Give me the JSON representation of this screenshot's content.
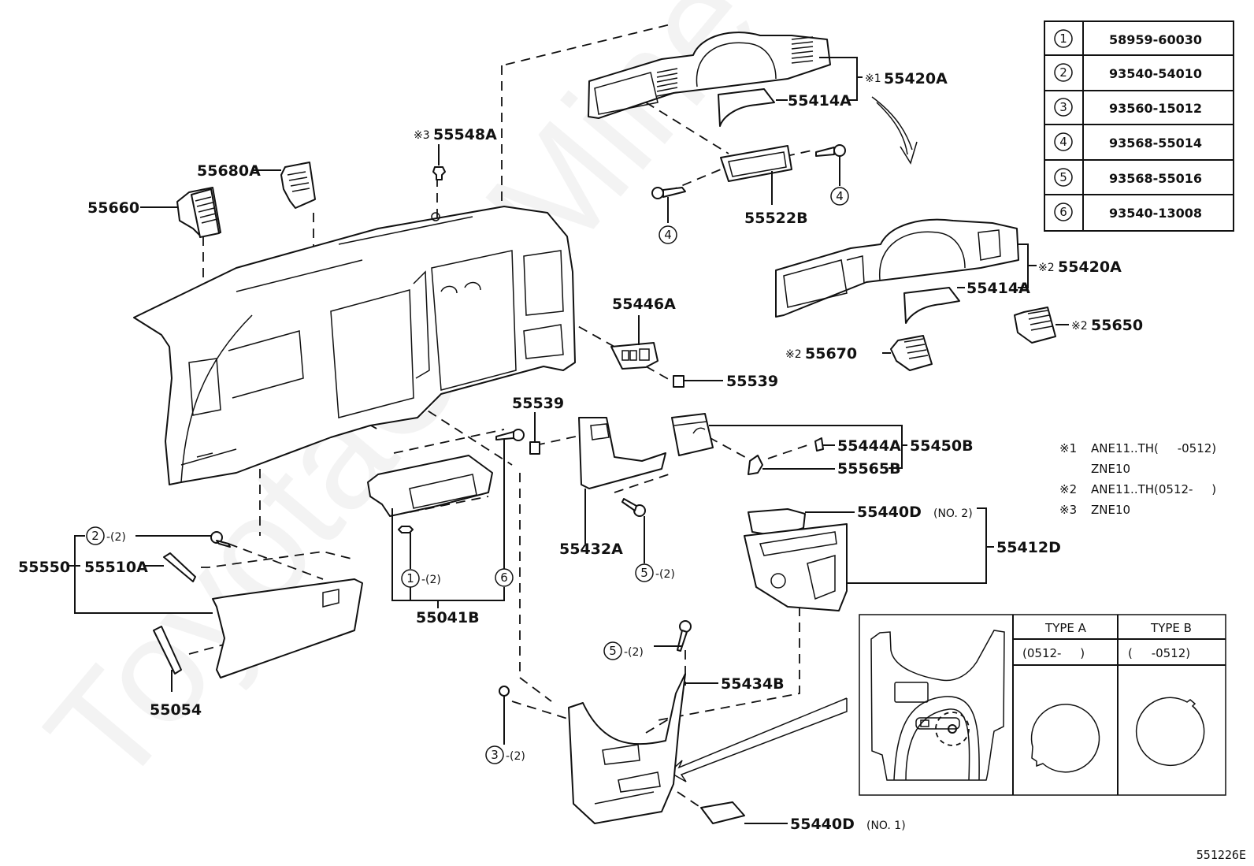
{
  "diagram": {
    "code": "551226E",
    "watermark": "ToyotaCarMine"
  },
  "parts_table": [
    {
      "ref": "1",
      "part_number": "58959-60030"
    },
    {
      "ref": "2",
      "part_number": "93540-54010"
    },
    {
      "ref": "3",
      "part_number": "93560-15012"
    },
    {
      "ref": "4",
      "part_number": "93568-55014"
    },
    {
      "ref": "5",
      "part_number": "93568-55016"
    },
    {
      "ref": "6",
      "part_number": "93540-13008"
    }
  ],
  "notes": [
    {
      "mark": "※1",
      "text": "ANE11..TH(     -0512)"
    },
    {
      "mark": "",
      "text": "ZNE10"
    },
    {
      "mark": "※2",
      "text": "ANE11..TH(0512-     )"
    },
    {
      "mark": "※3",
      "text": "ZNE10"
    }
  ],
  "type_table": {
    "type_a": {
      "title": "TYPE A",
      "range": "(0512-     )"
    },
    "type_b": {
      "title": "TYPE B",
      "range": "(     -0512)"
    }
  },
  "labels": {
    "p55548A": {
      "prefix": "※3",
      "text": "55548A"
    },
    "p55680A": "55680A",
    "p55660": "55660",
    "p55420A_1": {
      "prefix": "※1",
      "text": "55420A"
    },
    "p55414A_1": "55414A",
    "p55522B": "55522B",
    "p55420A_2": {
      "prefix": "※2",
      "text": "55420A"
    },
    "p55414A_2": "55414A",
    "p55650": {
      "prefix": "※2",
      "text": "55650"
    },
    "p55670": {
      "prefix": "※2",
      "text": "55670"
    },
    "p55446A": "55446A",
    "p55539_a": "55539",
    "p55539_b": "55539",
    "p55444A": "55444A",
    "p55565B": "55565B",
    "p55450B": "55450B",
    "p55440D_2": {
      "text": "55440D",
      "suffix": "(NO. 2)"
    },
    "p55412D": "55412D",
    "p55432A": "55432A",
    "p55041B": "55041B",
    "p55550": "55550",
    "p55510A": "55510A",
    "p55054": "55054",
    "p55434B": "55434B",
    "p55440D_1": {
      "text": "55440D",
      "suffix": "(NO. 1)"
    }
  },
  "callouts": {
    "c4_left": {
      "ref": "4",
      "qty": ""
    },
    "c4_right": {
      "ref": "4",
      "qty": ""
    },
    "c2_glove": {
      "ref": "2",
      "qty": "-(2)"
    },
    "c1_box": {
      "ref": "1",
      "qty": "-(2)"
    },
    "c6_box": {
      "ref": "6",
      "qty": ""
    },
    "c5_mid": {
      "ref": "5",
      "qty": "-(2)"
    },
    "c5_low": {
      "ref": "5",
      "qty": "-(2)"
    },
    "c3_low": {
      "ref": "3",
      "qty": "-(2)"
    }
  }
}
